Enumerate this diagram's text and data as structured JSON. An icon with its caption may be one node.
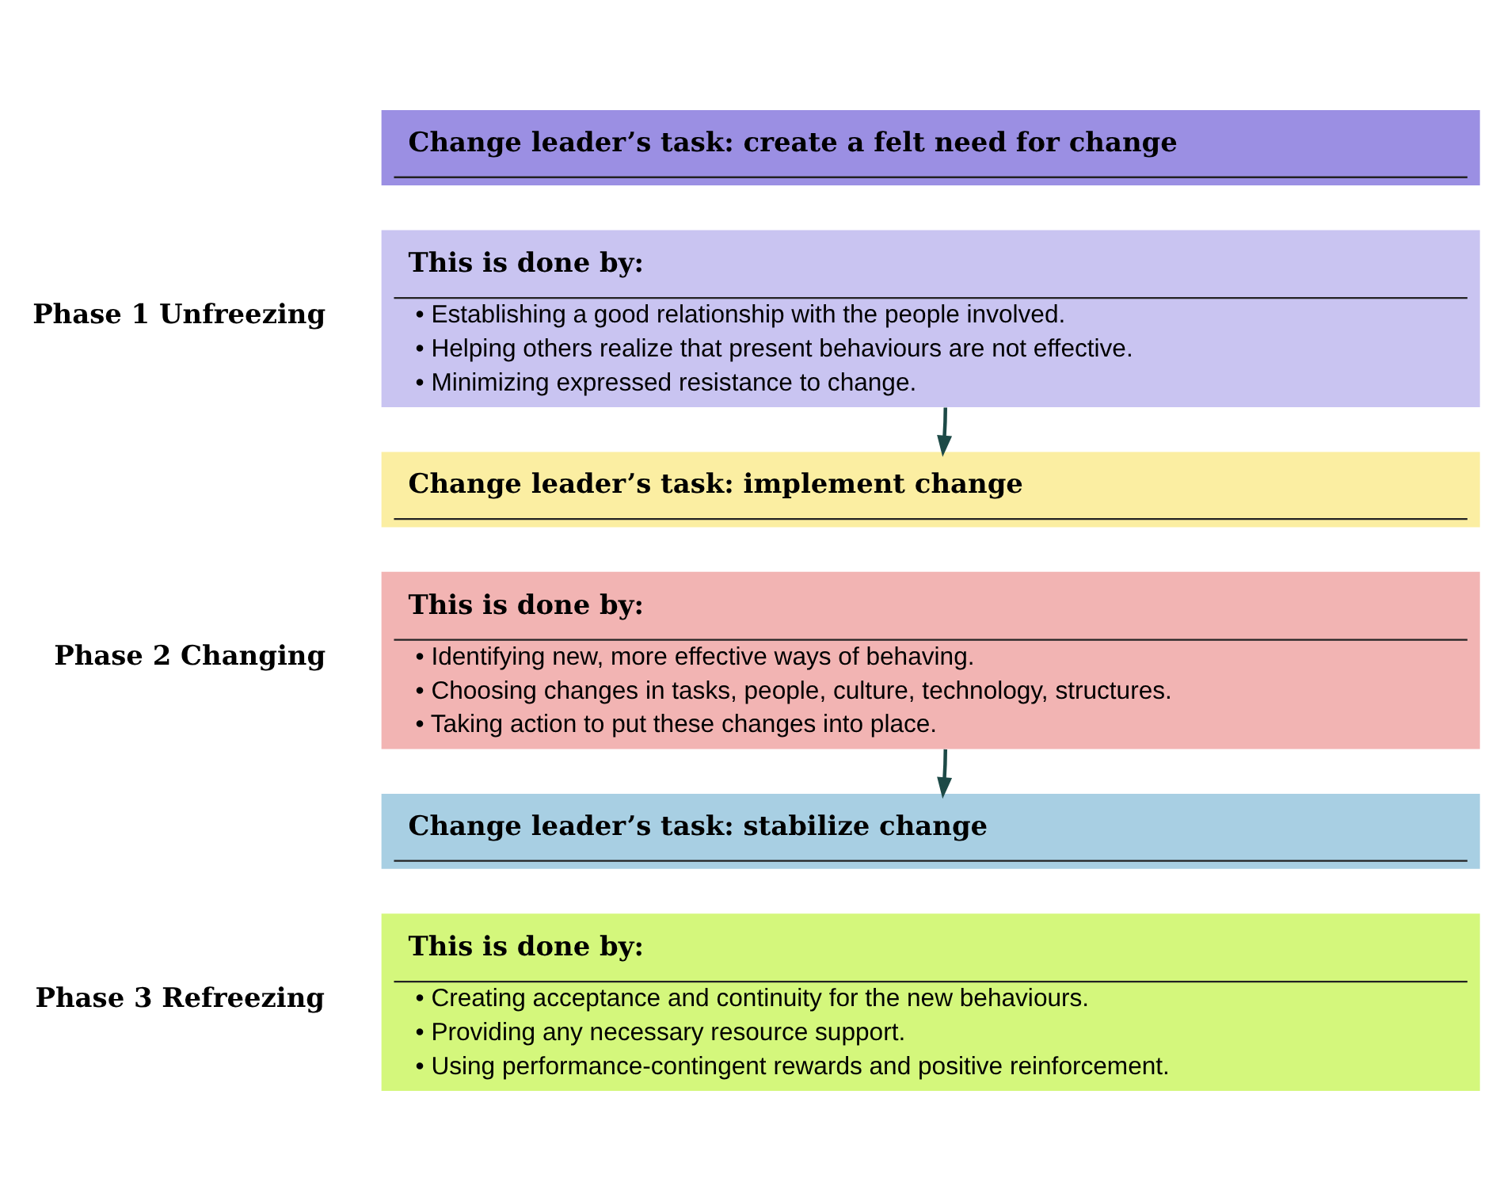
{
  "diagram": {
    "nodes": [
      {
        "text": [
          "Change leader’s task: create a felt need for change"
        ]
      },
      {
        "text": [
          "This is done by:",
          "• Establishing a good relationship with the people involved.",
          "• Helping others realize that present behaviours are not effective.",
          "• Minimizing expressed resistance to change."
        ],
        "beside": [
          "Phase 1 Unfreezing"
        ]
      },
      {
        "text": [
          "Change leader’s task: implement change"
        ]
      },
      {
        "text": [
          "This is done by:",
          "• Identifying new, more effective ways of behaving.",
          "• Choosing changes in tasks, people, culture, technology, structures.",
          "• Taking action to put these changes into place."
        ],
        "beside": [
          "Phase 2 Changing"
        ]
      },
      {
        "text": [
          "Change leader’s task: stabilize change"
        ]
      },
      {
        "text": [
          "This is done by:",
          "• Creating acceptance and continuity for the new behaviours.",
          "• Providing any necessary resource support.",
          "• Using performance-contingent rewards and positive reinforcement."
        ],
        "beside": [
          "Phase 3 Refreezing"
        ]
      }
    ],
    "edges": [
      {
        "from": 1,
        "to": 2,
        "arrow": "to"
      },
      {
        "from": 3,
        "to": 4,
        "arrow": "to"
      }
    ]
  }
}
